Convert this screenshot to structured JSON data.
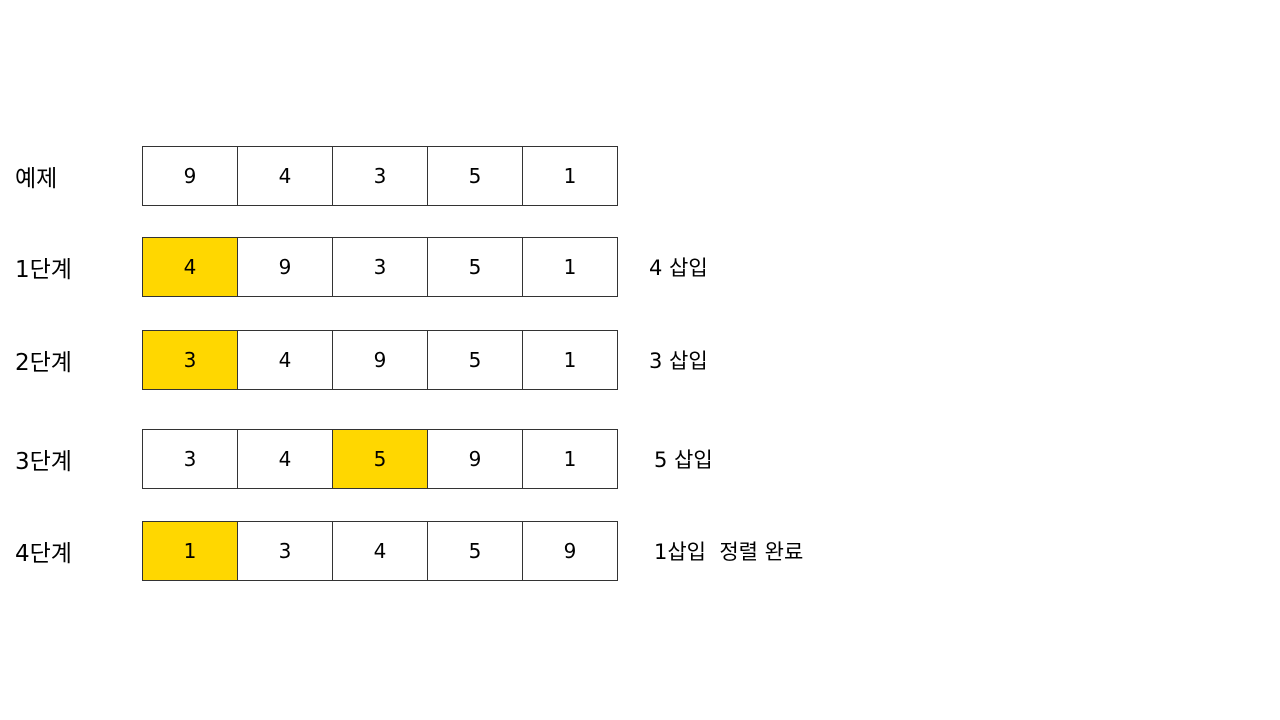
{
  "highlight_color": "#ffd700",
  "rows": [
    {
      "label": "예제",
      "cells": [
        "9",
        "4",
        "3",
        "5",
        "1"
      ],
      "highlight_index": -1,
      "note": ""
    },
    {
      "label": "1단계",
      "cells": [
        "4",
        "9",
        "3",
        "5",
        "1"
      ],
      "highlight_index": 0,
      "note": "4 삽입"
    },
    {
      "label": "2단계",
      "cells": [
        "3",
        "4",
        "9",
        "5",
        "1"
      ],
      "highlight_index": 0,
      "note": "3 삽입"
    },
    {
      "label": "3단계",
      "cells": [
        "3",
        "4",
        "5",
        "9",
        "1"
      ],
      "highlight_index": 2,
      "note": "5 삽입"
    },
    {
      "label": "4단계",
      "cells": [
        "1",
        "3",
        "4",
        "5",
        "9"
      ],
      "highlight_index": 0,
      "note": "1삽입  정렬 완료"
    }
  ]
}
